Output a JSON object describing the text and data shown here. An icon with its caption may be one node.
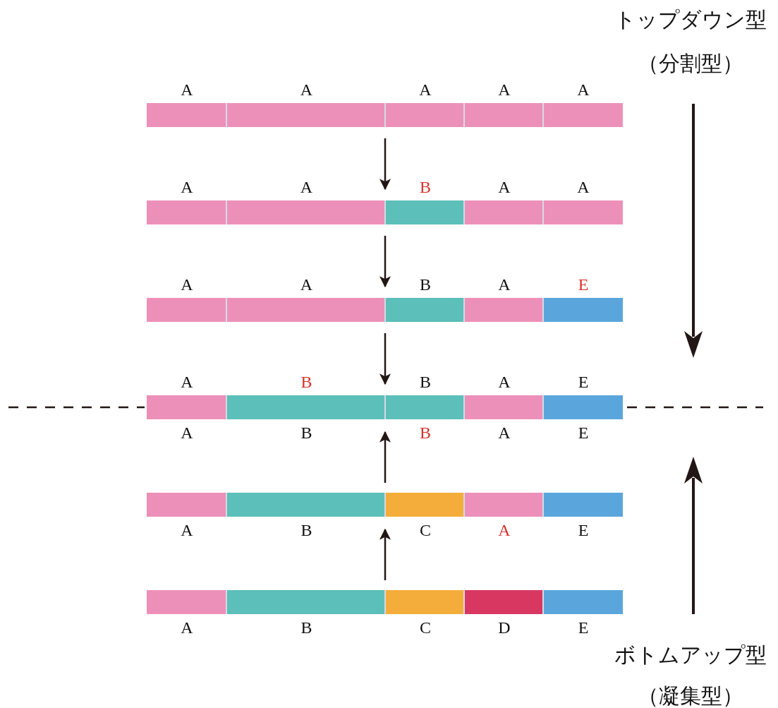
{
  "diagram": {
    "nodes": [
      {
        "text": [],
        "shape": "bar"
      },
      {
        "text": [
          "A"
        ],
        "in": 0
      },
      {
        "text": [
          "A"
        ],
        "in": 0
      },
      {
        "text": [
          "A"
        ],
        "in": 0
      },
      {
        "text": [
          "A"
        ],
        "in": 0
      },
      {
        "text": [
          "A"
        ],
        "in": 0
      },
      {
        "text": [],
        "shape": "bar"
      },
      {
        "text": [
          "A"
        ],
        "in": 6
      },
      {
        "text": [
          "A"
        ],
        "in": 6
      },
      {
        "text": [
          "B"
        ],
        "in": 6
      },
      {
        "text": [
          "A"
        ],
        "in": 6
      },
      {
        "text": [
          "A"
        ],
        "in": 6
      },
      {
        "text": [],
        "shape": "bar"
      },
      {
        "text": [
          "A"
        ],
        "in": 12
      },
      {
        "text": [
          "A"
        ],
        "in": 12
      },
      {
        "text": [
          "B"
        ],
        "in": 12
      },
      {
        "text": [
          "A"
        ],
        "in": 12
      },
      {
        "text": [
          "E"
        ],
        "in": 12
      },
      {
        "text": [],
        "shape": "bar"
      },
      {
        "text": [
          "A",
          "A"
        ],
        "in": 18
      },
      {
        "text": [
          "B",
          "B"
        ],
        "in": 18
      },
      {
        "text": [
          "B",
          "B"
        ],
        "in": 18
      },
      {
        "text": [
          "A",
          "A"
        ],
        "in": 18
      },
      {
        "text": [
          "E",
          "E"
        ],
        "in": 18
      },
      {
        "text": [],
        "shape": "bar"
      },
      {
        "text": [
          "A"
        ],
        "in": 24
      },
      {
        "text": [
          "B"
        ],
        "in": 24
      },
      {
        "text": [
          "C"
        ],
        "in": 24
      },
      {
        "text": [
          "A"
        ],
        "in": 24
      },
      {
        "text": [
          "E"
        ],
        "in": 24
      },
      {
        "text": [],
        "shape": "bar"
      },
      {
        "text": [
          "A"
        ],
        "in": 30
      },
      {
        "text": [
          "B"
        ],
        "in": 30
      },
      {
        "text": [
          "C"
        ],
        "in": 30
      },
      {
        "text": [
          "D"
        ],
        "in": 30
      },
      {
        "text": [
          "E"
        ],
        "in": 30
      }
    ],
    "edges": [
      {
        "from": 0,
        "to": 6,
        "arrow": "to"
      },
      {
        "from": 6,
        "to": 12,
        "arrow": "to"
      },
      {
        "from": 12,
        "to": 18,
        "arrow": "to"
      },
      {
        "from": 30,
        "to": 24,
        "arrow": "to"
      },
      {
        "from": 24,
        "to": 18,
        "arrow": "to"
      }
    ],
    "labels": [
      "トップダウン型",
      "（分割型）",
      "ボトムアップ型",
      "（凝集型）"
    ]
  }
}
